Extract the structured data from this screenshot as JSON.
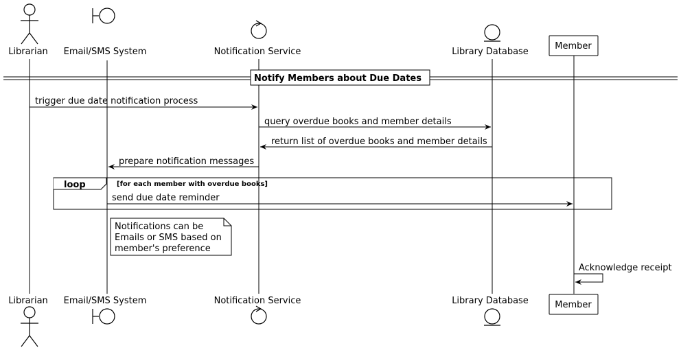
{
  "participants": {
    "librarian": "Librarian",
    "email_sms": "Email/SMS System",
    "notification": "Notification Service",
    "database": "Library Database",
    "member": "Member"
  },
  "divider": {
    "title": "Notify Members about Due Dates"
  },
  "messages": {
    "m1": "trigger due date notification process",
    "m2": "query overdue books and member details",
    "m3": "return list of overdue books and member details",
    "m4": "prepare notification messages",
    "m5": "send due date reminder",
    "m6": "Acknowledge receipt"
  },
  "loop": {
    "keyword": "loop",
    "condition": "[for each member with overdue books]"
  },
  "note": {
    "line1": "Notifications can be",
    "line2": "Emails or SMS based on",
    "line3": "member's preference"
  }
}
